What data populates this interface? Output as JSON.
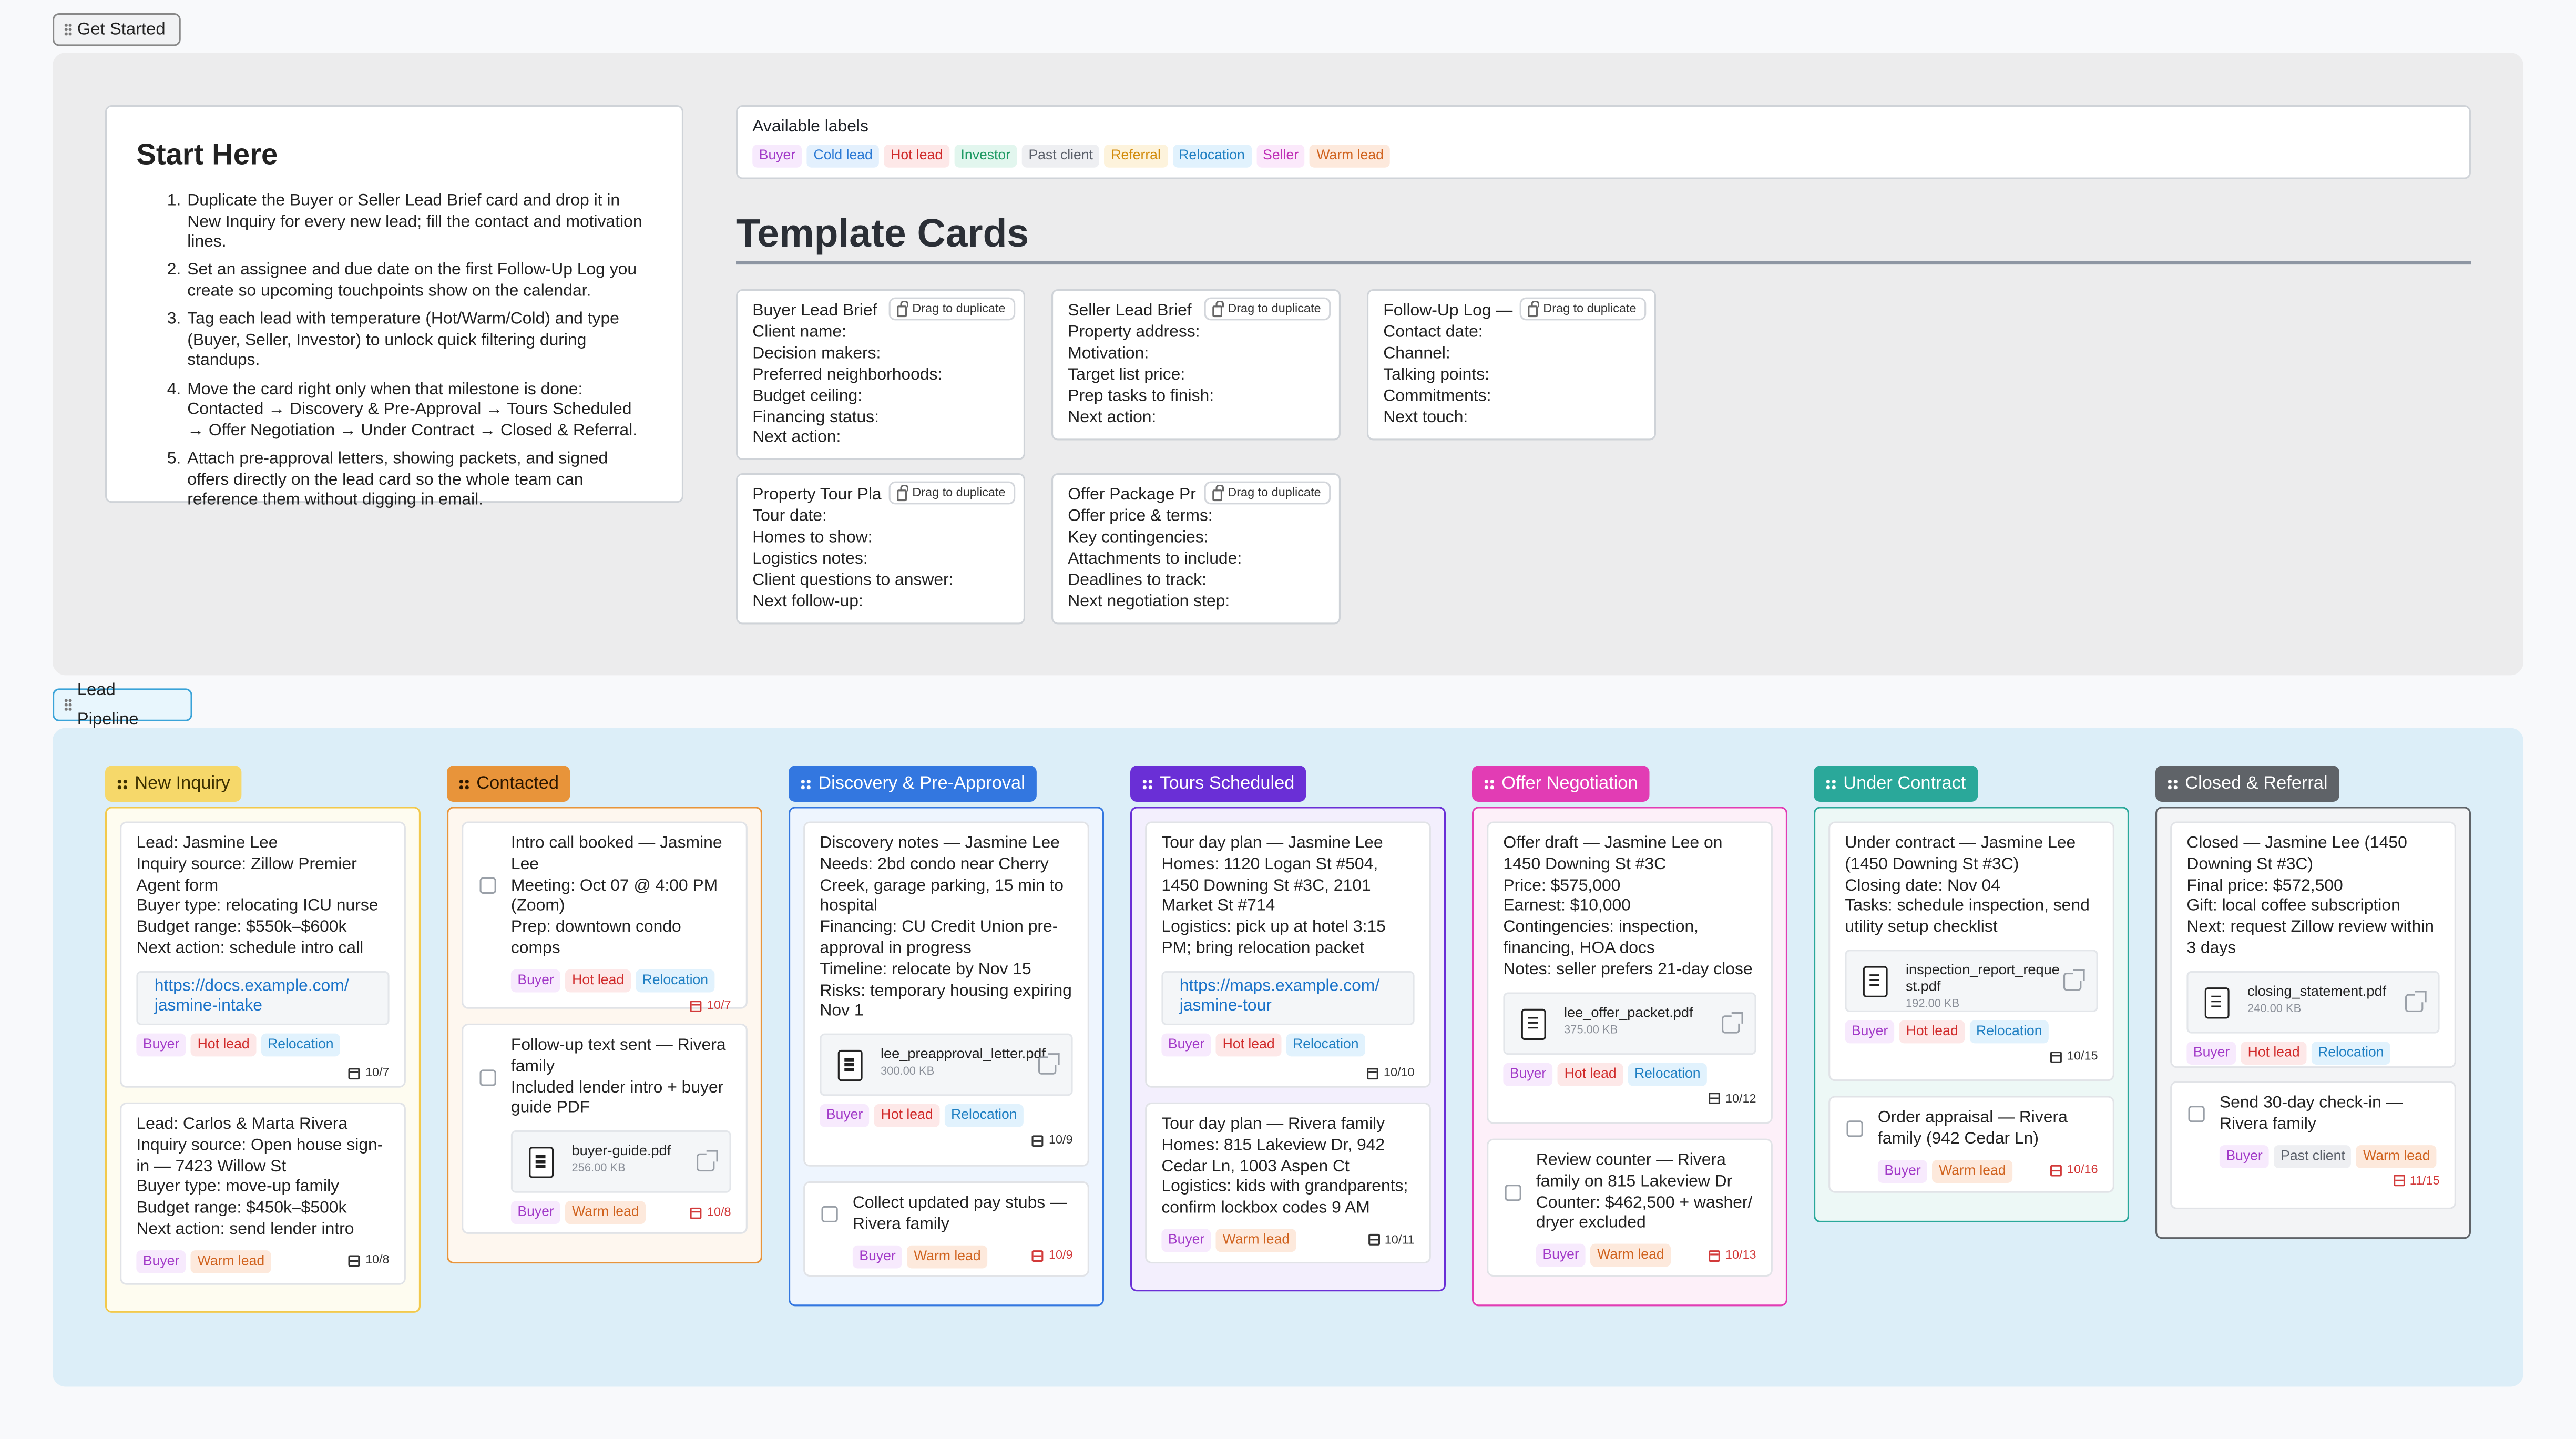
{
  "sections": {
    "get_started": "Get Started",
    "lead_pipeline": "Lead Pipeline"
  },
  "start_here": {
    "title": "Start Here",
    "steps": [
      "Duplicate the Buyer or Seller Lead Brief card and drop it in New Inquiry for every new lead; fill the contact and motivation lines.",
      "Set an assignee and due date on the first Follow-Up Log you create so upcoming touchpoints show on the calendar.",
      "Tag each lead with temperature (Hot/Warm/Cold) and type (Buyer, Seller, Investor) to unlock quick filtering during standups.",
      "Move the card right only when that milestone is done: Contacted → Discovery & Pre-Approval → Tours Scheduled → Offer Negotiation → Under Contract → Closed & Referral.",
      "Attach pre-approval letters, showing packets, and signed offers directly on the lead card so the whole team can reference them without digging in email."
    ]
  },
  "labels": {
    "title": "Available labels",
    "items": [
      "Buyer",
      "Cold lead",
      "Hot lead",
      "Investor",
      "Past client",
      "Referral",
      "Relocation",
      "Seller",
      "Warm lead"
    ]
  },
  "templates": {
    "title": "Template Cards",
    "drag_label": "Drag to duplicate",
    "cards": [
      {
        "title": "Buyer Lead Brief",
        "lines": [
          "Client name:",
          "Decision makers:",
          "Preferred neighborhoods:",
          "Budget ceiling:",
          "Financing status:",
          "Next action:"
        ]
      },
      {
        "title": "Seller Lead Brief",
        "lines": [
          "Property address:",
          "Motivation:",
          "Target list price:",
          "Prep tasks to finish:",
          "Next action:"
        ]
      },
      {
        "title": "Follow-Up Log —",
        "lines": [
          "Contact date:",
          "Channel:",
          "Talking points:",
          "Commitments:",
          "Next touch:"
        ]
      },
      {
        "title": "Property Tour Pla",
        "lines": [
          "Tour date:",
          "Homes to show:",
          "Logistics notes:",
          "Client questions to answer:",
          "Next follow-up:"
        ]
      },
      {
        "title": "Offer Package Pr",
        "lines": [
          "Offer price & terms:",
          "Key contingencies:",
          "Attachments to include:",
          "Deadlines to track:",
          "Next negotiation step:"
        ]
      }
    ]
  },
  "columns": [
    {
      "name": "New Inquiry",
      "color": "#f2c94c"
    },
    {
      "name": "Contacted",
      "color": "#e8943a"
    },
    {
      "name": "Discovery & Pre-Approval",
      "color": "#3377e0"
    },
    {
      "name": "Tours Scheduled",
      "color": "#6a2fd6"
    },
    {
      "name": "Offer Negotiation",
      "color": "#e23cb4"
    },
    {
      "name": "Under Contract",
      "color": "#2aa89a"
    },
    {
      "name": "Closed & Referral",
      "color": "#5f6368"
    }
  ],
  "cards": {
    "c1a": {
      "lines": [
        "Lead: Jasmine Lee",
        "Inquiry source: Zillow Premier Agent form",
        "Buyer type: relocating ICU nurse",
        "Budget range: $550k–$600k",
        "Next action: schedule intro call"
      ],
      "link": "https://docs.example.com/ jasmine-intake",
      "tags": [
        "Buyer",
        "Hot lead",
        "Relocation"
      ],
      "due": "10/7"
    },
    "c1b": {
      "lines": [
        "Lead: Carlos & Marta Rivera",
        "Inquiry source: Open house sign-in — 7423 Willow St",
        "Buyer type: move-up family",
        "Budget range: $450k–$500k",
        "Next action: send lender intro"
      ],
      "tags": [
        "Buyer",
        "Warm lead"
      ],
      "due": "10/8"
    },
    "c2a": {
      "lines": [
        "Intro call booked — Jasmine Lee",
        "Meeting: Oct 07 @ 4:00 PM (Zoom)",
        "Prep: downtown condo comps"
      ],
      "tags": [
        "Buyer",
        "Hot lead",
        "Relocation"
      ],
      "due": "10/7"
    },
    "c2b": {
      "lines": [
        "Follow-up text sent — Rivera family",
        "Included lender intro + buyer guide PDF"
      ],
      "file": {
        "name": "buyer-guide.pdf",
        "size": "256.00 KB"
      },
      "tags": [
        "Buyer",
        "Warm lead"
      ],
      "due": "10/8"
    },
    "c3a": {
      "lines": [
        "Discovery notes — Jasmine Lee",
        "Needs: 2bd condo near Cherry Creek, garage parking, 15 min to hospital",
        "Financing: CU Credit Union pre-approval in progress",
        "Timeline: relocate by Nov 15",
        "Risks: temporary housing expiring Nov 1"
      ],
      "file": {
        "name": "lee_preapproval_letter.pdf",
        "size": "300.00 KB"
      },
      "tags": [
        "Buyer",
        "Hot lead",
        "Relocation"
      ],
      "due": "10/9"
    },
    "c3b": {
      "lines": [
        "Collect updated pay stubs — Rivera family"
      ],
      "tags": [
        "Buyer",
        "Warm lead"
      ],
      "due": "10/9"
    },
    "c4a": {
      "lines": [
        "Tour day plan — Jasmine Lee",
        "Homes: 1120 Logan St #504, 1450 Downing St #3C, 2101 Market St #714",
        "Logistics: pick up at hotel 3:15 PM; bring relocation packet"
      ],
      "link": "https://maps.example.com/ jasmine-tour",
      "tags": [
        "Buyer",
        "Hot lead",
        "Relocation"
      ],
      "due": "10/10"
    },
    "c4b": {
      "lines": [
        "Tour day plan — Rivera family",
        "Homes: 815 Lakeview Dr, 942 Cedar Ln, 1003 Aspen Ct",
        "Logistics: kids with grandparents; confirm lockbox codes 9 AM"
      ],
      "tags": [
        "Buyer",
        "Warm lead"
      ],
      "due": "10/11"
    },
    "c5a": {
      "lines": [
        "Offer draft — Jasmine Lee on 1450 Downing St #3C",
        "Price: $575,000",
        "Earnest: $10,000",
        "Contingencies: inspection, financing, HOA docs",
        "Notes: seller prefers 21-day close"
      ],
      "file": {
        "name": "lee_offer_packet.pdf",
        "size": "375.00 KB"
      },
      "tags": [
        "Buyer",
        "Hot lead",
        "Relocation"
      ],
      "due": "10/12"
    },
    "c5b": {
      "lines": [
        "Review counter — Rivera family on 815 Lakeview Dr",
        "Counter: $462,500 + washer/ dryer excluded"
      ],
      "tags": [
        "Buyer",
        "Warm lead"
      ],
      "due": "10/13"
    },
    "c6a": {
      "lines": [
        "Under contract — Jasmine Lee (1450 Downing St #3C)",
        "Closing date: Nov 04",
        "Tasks: schedule inspection, send utility setup checklist"
      ],
      "file": {
        "name": "inspection_report_request.pdf",
        "size": "192.00 KB"
      },
      "tags": [
        "Buyer",
        "Hot lead",
        "Relocation"
      ],
      "due": "10/15"
    },
    "c6b": {
      "lines": [
        "Order appraisal — Rivera family (942 Cedar Ln)"
      ],
      "tags": [
        "Buyer",
        "Warm lead"
      ],
      "due": "10/16"
    },
    "c7a": {
      "lines": [
        "Closed — Jasmine Lee (1450 Downing St #3C)",
        "Final price: $572,500",
        "Gift: local coffee subscription",
        "Next: request Zillow review within 3 days"
      ],
      "file": {
        "name": "closing_statement.pdf",
        "size": "240.00 KB"
      },
      "tags": [
        "Buyer",
        "Hot lead",
        "Relocation"
      ]
    },
    "c7b": {
      "lines": [
        "Send 30-day check-in — Rivera family"
      ],
      "tags": [
        "Buyer",
        "Past client",
        "Warm lead"
      ],
      "due": "11/15"
    }
  }
}
